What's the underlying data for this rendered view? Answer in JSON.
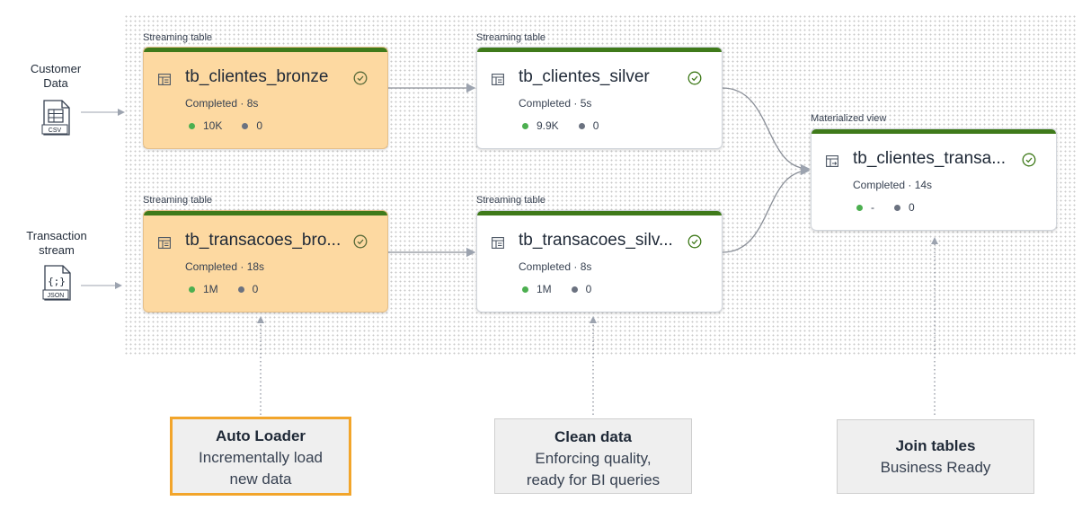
{
  "sources": [
    {
      "label": "Customer Data",
      "file_type": "CSV",
      "icon": "csv-file-icon"
    },
    {
      "label": "Transaction stream",
      "file_type": "{;}",
      "file_ext": "JSON",
      "icon": "json-file-icon"
    }
  ],
  "nodes": {
    "clientes_bronze": {
      "type": "Streaming table",
      "name": "tb_clientes_bronze",
      "status": "Completed · 8s",
      "rows_ok": "10K",
      "rows_dropped": "0"
    },
    "clientes_silver": {
      "type": "Streaming table",
      "name": "tb_clientes_silver",
      "status": "Completed · 5s",
      "rows_ok": "9.9K",
      "rows_dropped": "0"
    },
    "transacoes_bronze": {
      "type": "Streaming table",
      "name": "tb_transacoes_bro...",
      "status": "Completed · 18s",
      "rows_ok": "1M",
      "rows_dropped": "0"
    },
    "transacoes_silver": {
      "type": "Streaming table",
      "name": "tb_transacoes_silv...",
      "status": "Completed · 8s",
      "rows_ok": "1M",
      "rows_dropped": "0"
    },
    "clientes_transa": {
      "type": "Materialized view",
      "name": "tb_clientes_transa...",
      "status": "Completed · 14s",
      "rows_ok": "-",
      "rows_dropped": "0"
    }
  },
  "callouts": {
    "auto_loader": {
      "title": "Auto Loader",
      "line1": "Incrementally load",
      "line2": "new data"
    },
    "clean_data": {
      "title": "Clean data",
      "line1": "Enforcing quality,",
      "line2": "ready for BI queries"
    },
    "join_tables": {
      "title": "Join tables",
      "line1": "Business Ready"
    }
  },
  "colors": {
    "bronze_fill": "#fdd9a1",
    "header_bar": "#3f7a1a",
    "ok_dot": "#4caf50",
    "drop_dot": "#6b7280",
    "highlight": "#f2a52b"
  }
}
